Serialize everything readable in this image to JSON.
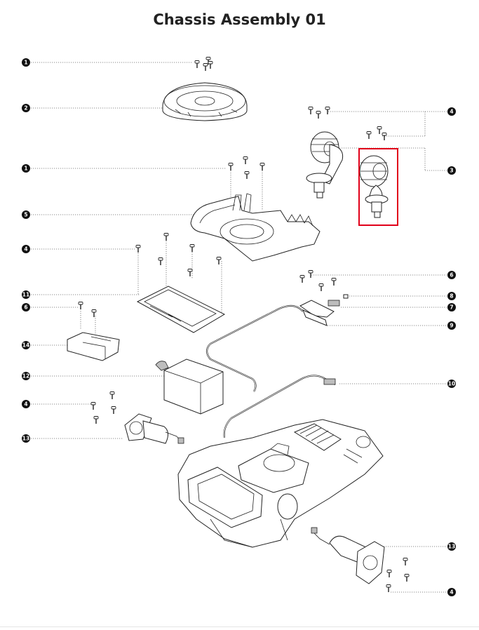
{
  "title": "Chassis Assembly 01",
  "colors": {
    "callout_fill": "#111111",
    "highlight": "#e1001a",
    "line": "#222222"
  },
  "callouts_left": [
    "1",
    "2",
    "1",
    "5",
    "4",
    "11",
    "6",
    "14",
    "12",
    "4",
    "13"
  ],
  "callouts_right": [
    "4",
    "3",
    "6",
    "8",
    "7",
    "9",
    "10",
    "13",
    "4"
  ],
  "highlight": {
    "target_callout": "3"
  }
}
